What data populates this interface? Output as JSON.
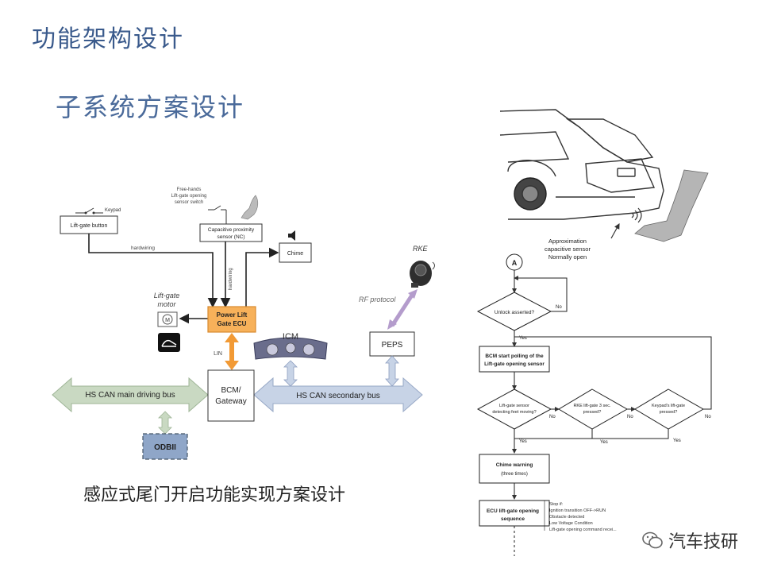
{
  "page_title": "功能架构设计",
  "sub_title": "子系统方案设计",
  "caption": "感应式尾门开启功能实现方案设计",
  "watermark": "汽车技研",
  "left_diagram": {
    "keypad": "Keypad",
    "liftgate_button": "Lift-gate button",
    "free_hands": "Free-hands",
    "switch_line2": "Lift-gate opening",
    "switch_line3": "sensor switch",
    "cap_sensor_line1": "Capacitive proximity",
    "cap_sensor_line2": "sensor (NC)",
    "chime": "Chime",
    "hardwiring": "hardwiring",
    "hardwiring_vertical": "hardwiring",
    "rke": "RKE",
    "rf_protocol": "RF protocol",
    "motor_line1": "Lift-gate",
    "motor_line2": "motor",
    "motor_symbol": "M",
    "ecu_line1": "Power Lift",
    "ecu_line2": "Gate ECU",
    "icm": "ICM",
    "peps": "PEPS",
    "lin": "LIN",
    "hs_main": "HS CAN main driving bus",
    "bcm_line1": "BCM/",
    "bcm_line2": "Gateway",
    "hs_secondary": "HS CAN secondary bus",
    "odbii": "ODBII"
  },
  "right_diagram": {
    "sensor_line1": "Approximation",
    "sensor_line2": "capacitive sensor",
    "sensor_line3": "Normally open",
    "start": "A",
    "unlock": "Unlock asserted?",
    "no": "No",
    "yes": "Yes",
    "bcm_line1": "BCM start polling of the",
    "bcm_line2": "Lift-gate opening sensor",
    "d1_line1": "Lift-gate sensor",
    "d1_line2": "detecting feet moving?",
    "d2_line1": "RKE lift-gate 3 sec.",
    "d2_line2": "pressed?",
    "d3_line1": "Keypad's lift-gate",
    "d3_line2": "pressed?",
    "chime_line1": "Chime warning",
    "chime_line2": "(three times)",
    "ecu_line1": "ECU lift-gate opening",
    "ecu_line2": "sequence",
    "stop_if": "Stop if:",
    "stop1": "Ignition transition OFF->RUN",
    "stop2": "Obstacle detected",
    "stop3": "Low Voltage Condition",
    "stop4": "Lift-gate opening command recei..."
  }
}
